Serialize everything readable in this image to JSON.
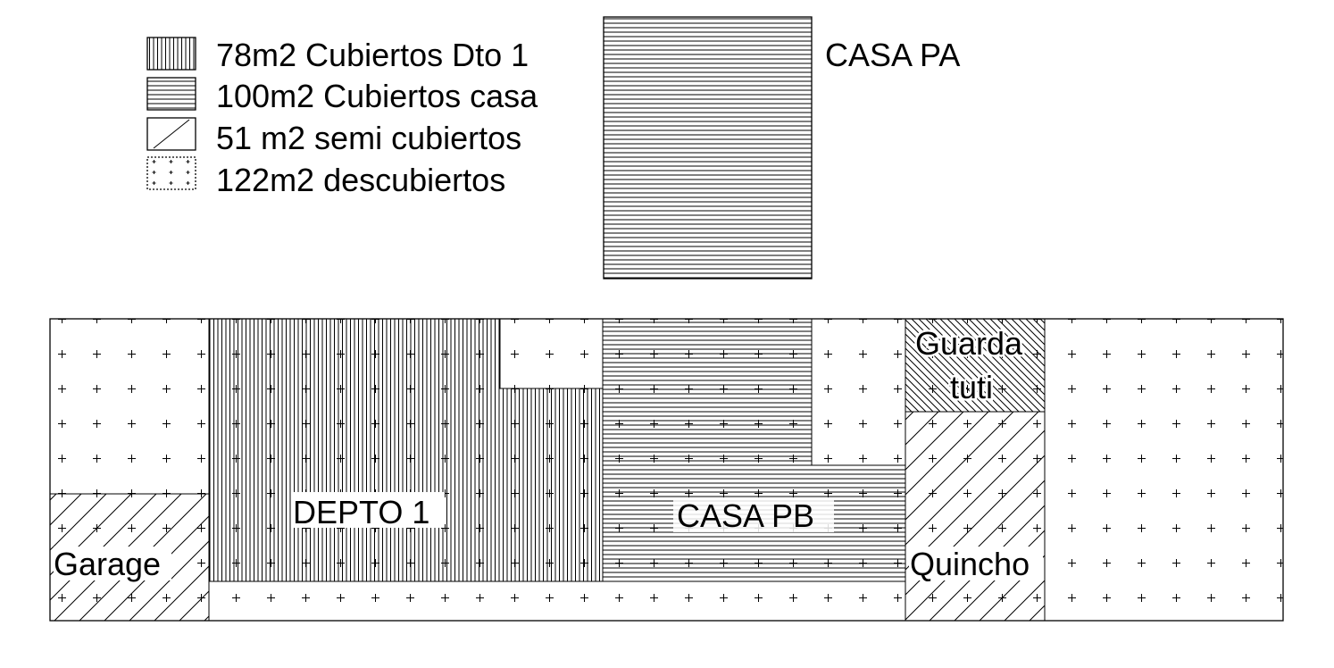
{
  "legend": {
    "items": [
      {
        "pattern": "vertical-hatch",
        "label": "78m2 Cubiertos Dto 1"
      },
      {
        "pattern": "horizontal-hatch",
        "label": "100m2 Cubiertos casa"
      },
      {
        "pattern": "diagonal-hatch",
        "label": "51 m2 semi cubiertos"
      },
      {
        "pattern": "plus-dots",
        "label": "122m2 descubiertos"
      }
    ]
  },
  "upper_floor": {
    "label": "CASA PA"
  },
  "ground_floor": {
    "garage": "Garage",
    "depto": "DEPTO 1",
    "casa_pb": "CASA PB",
    "guarda_line1": "Guarda",
    "guarda_line2": "tuti",
    "quincho": "Quincho"
  },
  "colors": {
    "ink": "#000000",
    "paper": "#ffffff"
  }
}
